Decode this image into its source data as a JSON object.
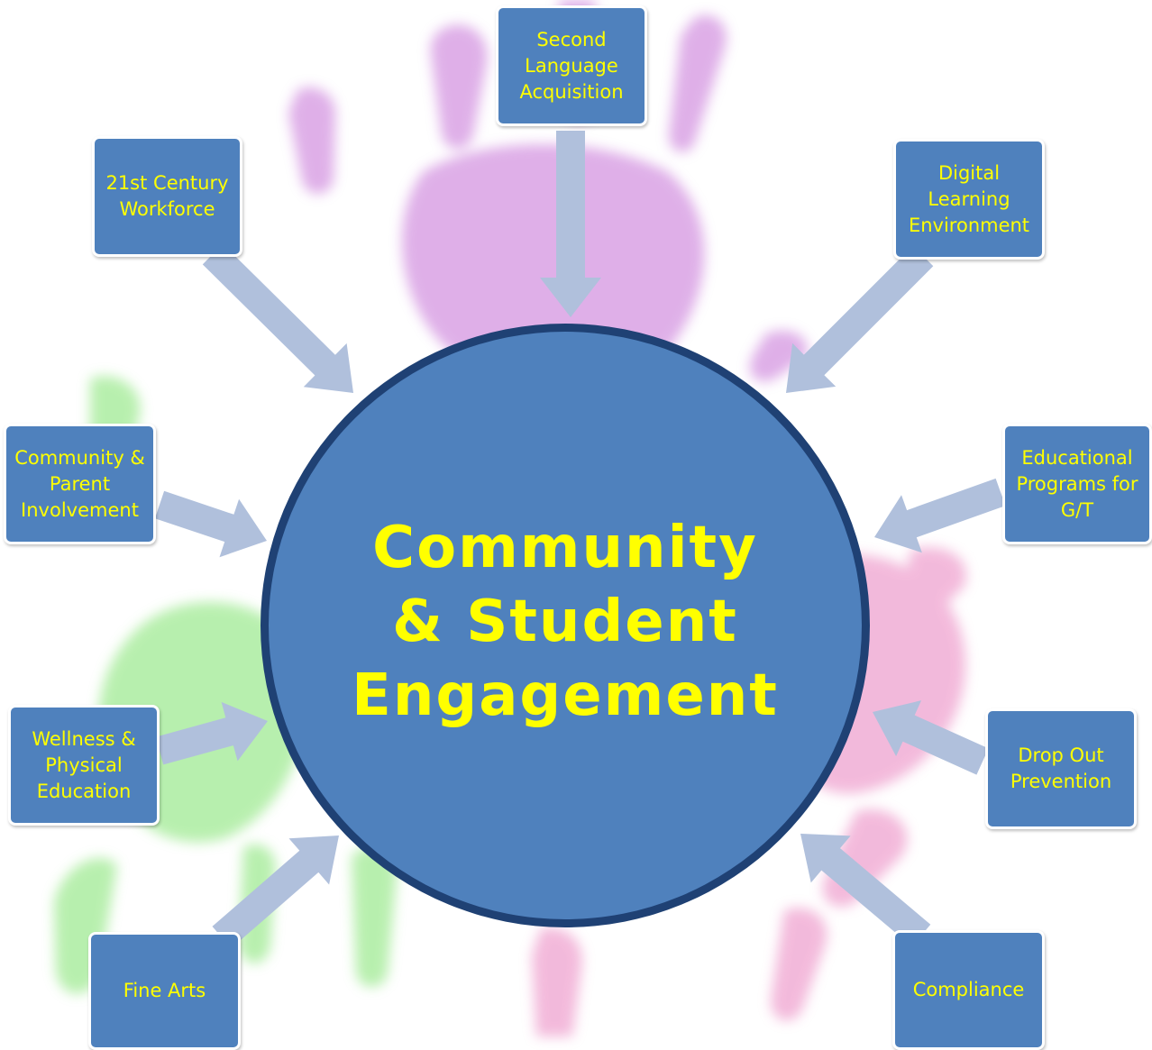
{
  "center": {
    "title": "Community\n& Student\nEngagement"
  },
  "nodes": [
    {
      "id": "second-language",
      "label": "Second\nLanguage\nAcquisition"
    },
    {
      "id": "21st-century",
      "label": "21st Century\nWorkforce"
    },
    {
      "id": "digital-learning",
      "label": "Digital\nLearning\nEnvironment"
    },
    {
      "id": "community-parent",
      "label": "Community &\nParent\nInvolvement"
    },
    {
      "id": "educational-gt",
      "label": "Educational\nPrograms for\nG/T"
    },
    {
      "id": "wellness",
      "label": "Wellness &\nPhysical\nEducation"
    },
    {
      "id": "drop-out",
      "label": "Drop Out\nPrevention"
    },
    {
      "id": "fine-arts",
      "label": "Fine Arts"
    },
    {
      "id": "compliance",
      "label": "Compliance"
    }
  ],
  "colors": {
    "box_fill": "#4f81bd",
    "circle_fill": "#4f81bd",
    "circle_border": "#1f4174",
    "text": "#ffff00",
    "arrow": "#b0c0dc",
    "handprint_purple": "#c56ed6",
    "handprint_green": "#72e05e",
    "handprint_pink": "#e776b8"
  }
}
